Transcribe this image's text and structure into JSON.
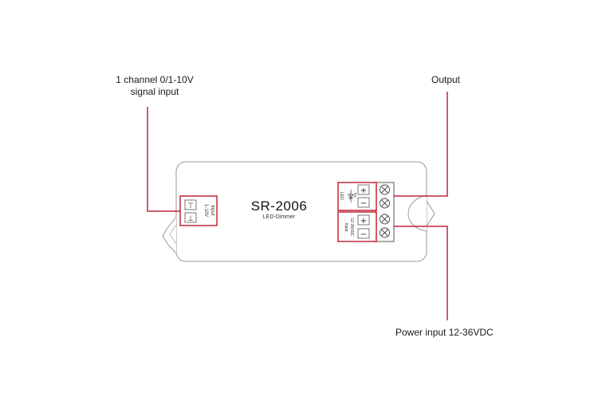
{
  "labels": {
    "signal_line1": "1 channel 0/1-10V",
    "signal_line2": "signal input",
    "output": "Output",
    "power": "Power input 12-36VDC"
  },
  "device": {
    "model": "SR-2006",
    "subtitle": "LED-Dimmer"
  },
  "input_block": {
    "text_line1": "Input",
    "text_line2": "1-10V",
    "terminal_top_symbol": "⊤",
    "terminal_bottom_symbol": "⊥"
  },
  "led_block": {
    "label": "LED",
    "plus": "+",
    "minus": "−"
  },
  "power_block": {
    "text_line1": "Input",
    "text_line2": "12-36VDC",
    "plus": "+",
    "minus": "−"
  },
  "colors": {
    "accent": "#c0273a",
    "outline": "#9a9a9a"
  }
}
